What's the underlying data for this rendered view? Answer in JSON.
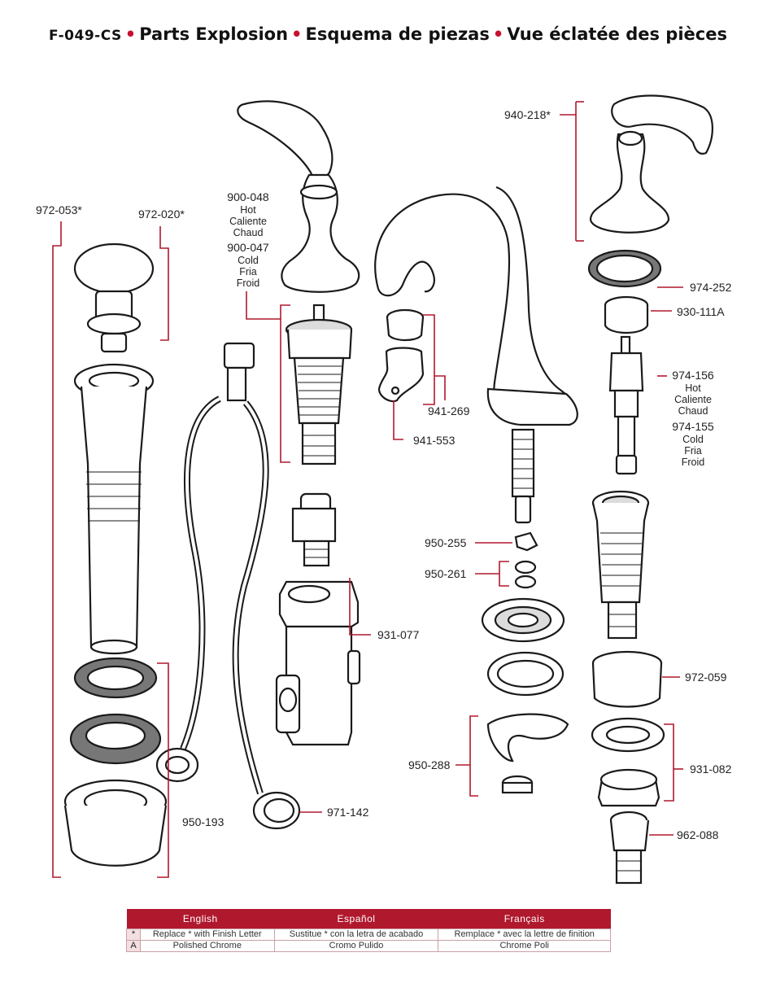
{
  "header": {
    "model": "F-049-CS",
    "titles": [
      "Parts Explosion",
      "Esquema de piezas",
      "Vue éclatée des pièces"
    ]
  },
  "parts": {
    "p940_218": "940-218*",
    "p972_053": "972-053*",
    "p972_020": "972-020*",
    "p900_048": "900-048",
    "hot_en": "Hot",
    "hot_es": "Caliente",
    "hot_fr": "Chaud",
    "p900_047": "900-047",
    "cold_en": "Cold",
    "cold_es": "Fria",
    "cold_fr": "Froid",
    "p974_252": "974-252",
    "p930_111A": "930-111A",
    "p974_156": "974-156",
    "p974_155": "974-155",
    "p941_269": "941-269",
    "p941_553": "941-553",
    "p950_255": "950-255",
    "p950_261": "950-261",
    "p931_077": "931-077",
    "p972_059": "972-059",
    "p950_288": "950-288",
    "p931_082": "931-082",
    "p971_142": "971-142",
    "p950_193": "950-193",
    "p962_088": "962-088"
  },
  "legend": {
    "headers": [
      "English",
      "Español",
      "Français"
    ],
    "rows": [
      {
        "key": "*",
        "en": "Replace * with Finish Letter",
        "es": "Sustitue * con la letra de acabado",
        "fr": "Remplace * avec la lettre de finition"
      },
      {
        "key": "A",
        "en": "Polished Chrome",
        "es": "Cromo Pulido",
        "fr": "Chrome Poli"
      }
    ]
  },
  "colors": {
    "accent": "#b0182d",
    "line": "#1a1a1a"
  }
}
